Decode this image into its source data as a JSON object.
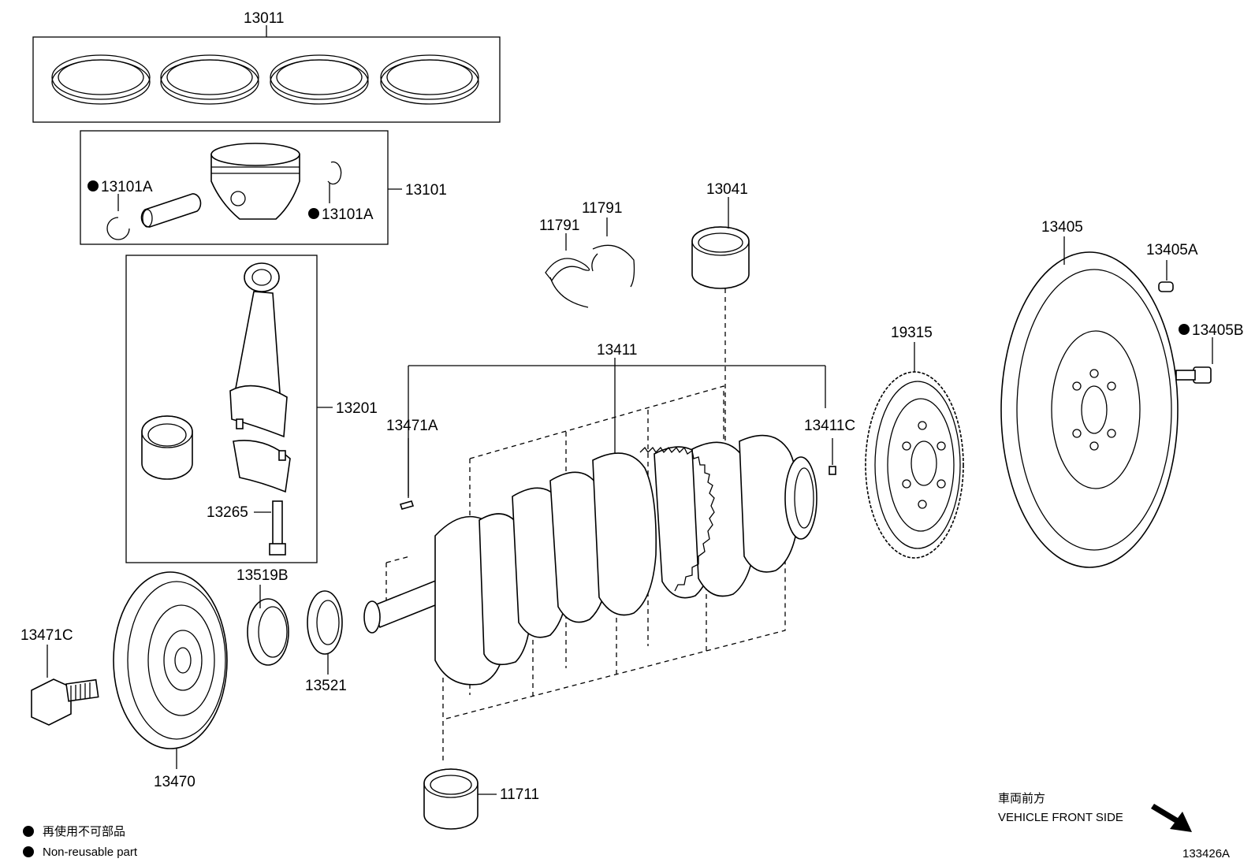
{
  "parts": {
    "p13011": "13011",
    "p13101": "13101",
    "p13101A_left": "13101A",
    "p13101A_right": "13101A",
    "p13201": "13201",
    "p13265": "13265",
    "p13519B": "13519B",
    "p13521": "13521",
    "p13471C": "13471C",
    "p13470": "13470",
    "p11791_left": "11791",
    "p11791_right": "11791",
    "p13041": "13041",
    "p13411": "13411",
    "p13471A": "13471A",
    "p13411C": "13411C",
    "p11711": "11711",
    "p19315": "19315",
    "p13405": "13405",
    "p13405A": "13405A",
    "p13405B": "13405B"
  },
  "legend": {
    "jp": "再使用不可部品",
    "en": "Non-reusable part"
  },
  "orientation": {
    "jp": "車両前方",
    "en": "VEHICLE FRONT SIDE"
  },
  "illustration_number": "133426A"
}
